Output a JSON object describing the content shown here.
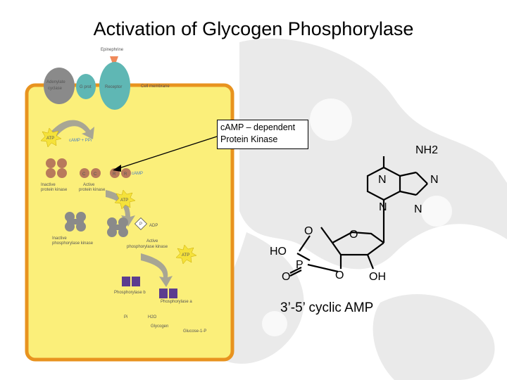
{
  "slide": {
    "title": "Activation of Glycogen Phosphorylase",
    "callout_line1": "cAMP – dependent",
    "callout_line2": "Protein Kinase",
    "camp_caption": "3’-5’ cyclic AMP"
  },
  "pathway": {
    "epinephrine": "Epinephrine",
    "adenylate_cyclase_1": "Adenylate",
    "adenylate_cyclase_2": "cyclase",
    "g_protein": "G prot",
    "receptor": "Receptor",
    "cell_membrane": "Cell membrane",
    "atp": "ATP",
    "camp_ppi": "cAMP + PPi",
    "camp": "cAMP",
    "inactive_pk_1": "Inactive",
    "inactive_pk_2": "protein kinase",
    "active_pk_1": "Active",
    "active_pk_2": "protein kinase",
    "adp": "ADP",
    "pk_subunit_r": "R",
    "pk_subunit_c": "C",
    "inactive_phk_1": "Inactive",
    "inactive_phk_2": "phosphorylase kinase",
    "active_phk_1": "Active",
    "active_phk_2": "phosphorylase kinase",
    "p": "P",
    "phosphorylase_b": "Phosphorylase b",
    "phosphorylase_a": "Phosphorylase a",
    "pi": "Pi",
    "h2o": "H2O",
    "glycogen": "Glycogen",
    "glucose_1p": "Glucose-1-P"
  },
  "molecule": {
    "nh2": "NH2",
    "n1": "N",
    "n2": "N",
    "n3": "N",
    "n4": "N",
    "o_ring": "O",
    "o_ester1": "O",
    "o_ester2": "O",
    "ho": "HO",
    "p": "P",
    "o_double": "O",
    "oh": "OH"
  },
  "colors": {
    "panel_fill": "#fbef7a",
    "panel_border": "#e8931f",
    "enzyme_gray": "#8a8a8a",
    "kinase_brown": "#b87a5c",
    "burst_yellow": "#f5e23a",
    "phosphorylase_purple": "#5b3d8f",
    "membrane_teal": "#5fb7b4"
  }
}
